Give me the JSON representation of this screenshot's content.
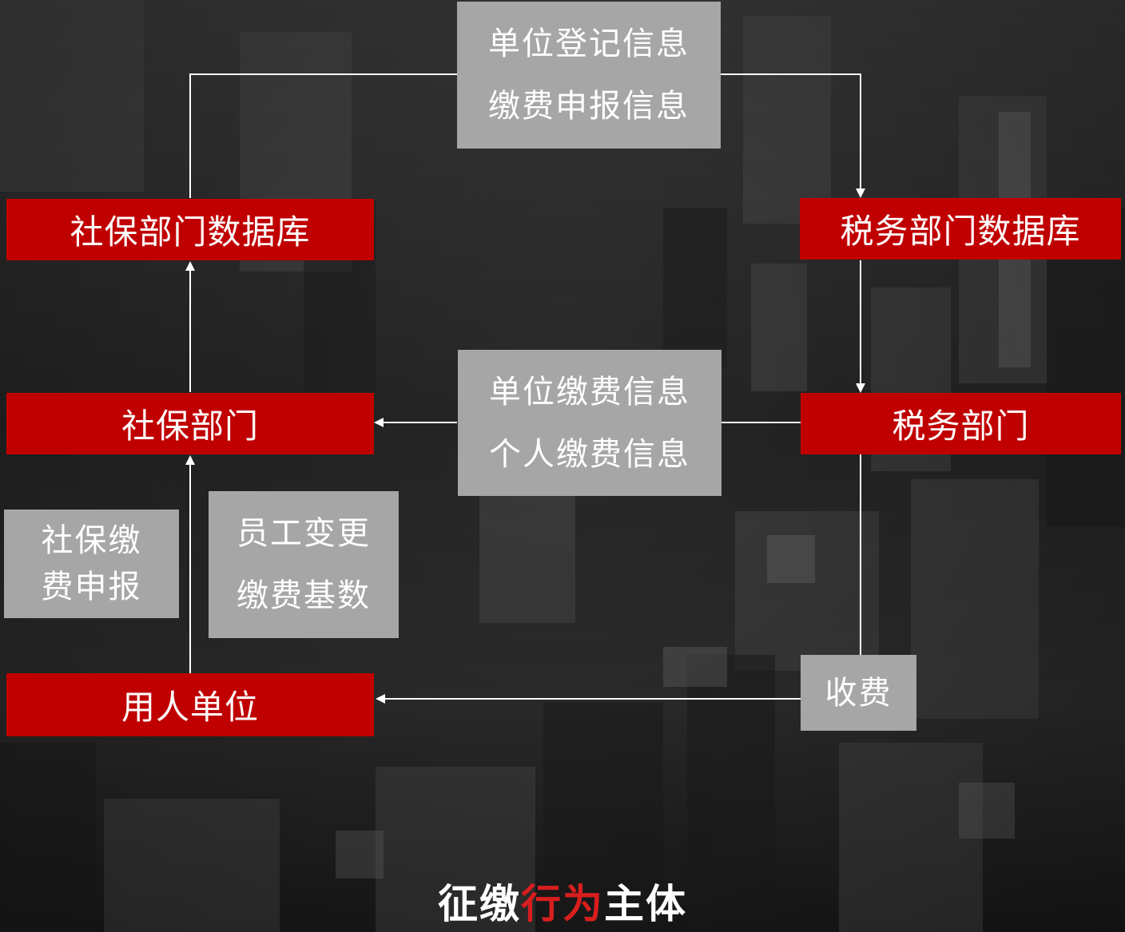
{
  "colors": {
    "red_box": "#c00000",
    "gray_box": "#a6a6a6",
    "connector": "#ffffff",
    "title_accent": "#d81e1e",
    "text": "#ffffff"
  },
  "nodes": {
    "social_db": "社保部门数据库",
    "tax_db": "税务部门数据库",
    "social_dept": "社保部门",
    "tax_dept": "税务部门",
    "employer": "用人单位"
  },
  "info_boxes": {
    "registration": {
      "line1": "单位登记信息",
      "line2": "缴费申报信息"
    },
    "payment": {
      "line1": "单位缴费信息",
      "line2": "个人缴费信息"
    },
    "declaration": {
      "line1": "社保缴",
      "line2": "费申报"
    },
    "changes": {
      "line1": "员工变更",
      "line2": "缴费基数"
    },
    "fee": {
      "label": "收费"
    }
  },
  "footer": {
    "part1": "征缴",
    "part2": "行为",
    "part3": "主体"
  }
}
